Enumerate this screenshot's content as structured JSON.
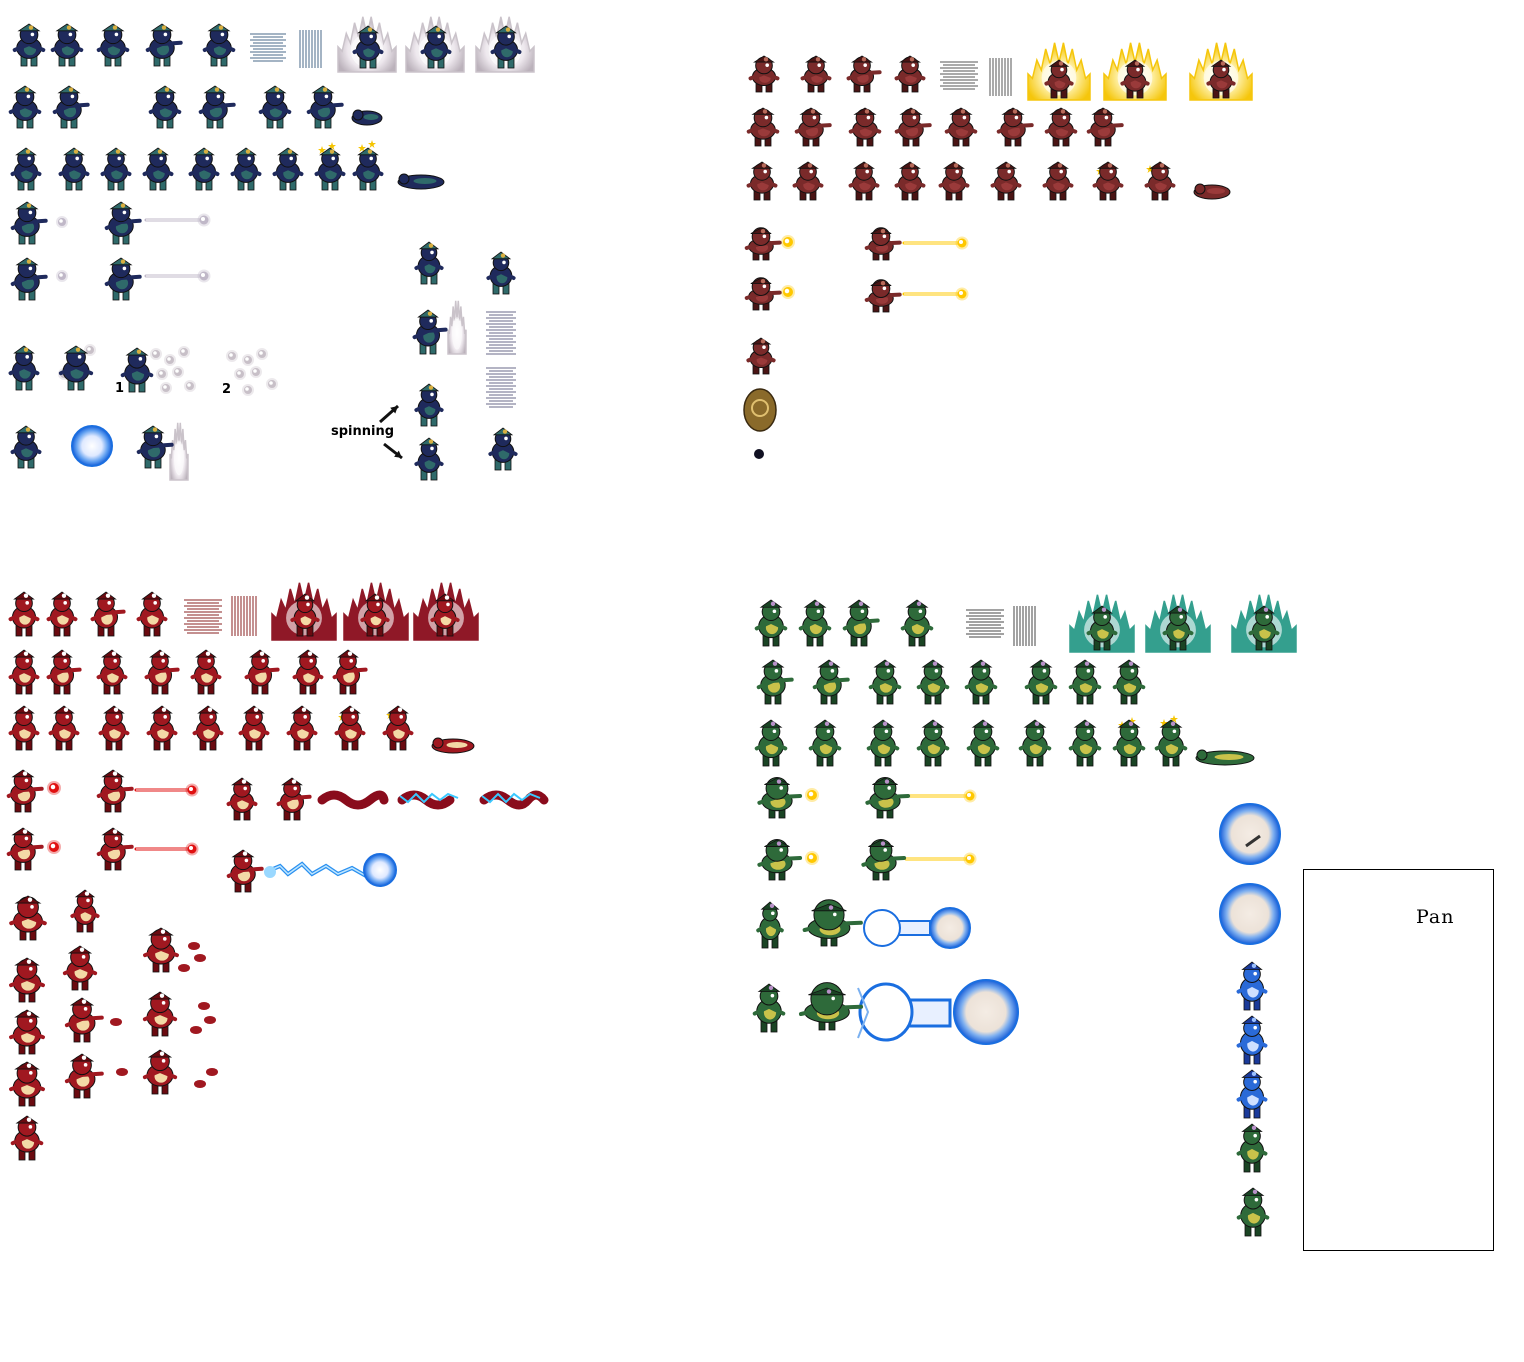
{
  "labels": {
    "spinning": "spinning",
    "num1": "1",
    "num2": "2",
    "pan": "Pan"
  },
  "icons": {
    "character": "character-sprite-icon",
    "speed_lines": "speed-lines-icon",
    "aura": "power-aura-icon",
    "ki_blast": "ki-blast-icon",
    "beam": "energy-beam-icon",
    "energy_ball": "energy-ball-icon",
    "arrow": "arrow-icon",
    "stars": "dizzy-stars-icon"
  },
  "colors": {
    "background": "#ffffff",
    "navy_char": "#1f2a5c",
    "navy_coat": "#2f6a6a",
    "navy_gold": "#d8b040",
    "brown_char": "#7a2a2a",
    "brown_dark": "#4a1414",
    "gold_aura": "#f5c400",
    "red_char": "#a01820",
    "red_cream": "#f3d9a6",
    "red_aura": "#8a0c1c",
    "green_char": "#2e6a3a",
    "green_belly": "#c9c24a",
    "teal_aura": "#2a9a88",
    "blue_ball": "#1a6ee0",
    "ball_core": "#ece2d8",
    "ki_yellow": "#ffc800",
    "ki_red": "#e01010",
    "pan_orange": "#e24a10",
    "silver_aura": "#c8c0c8"
  }
}
